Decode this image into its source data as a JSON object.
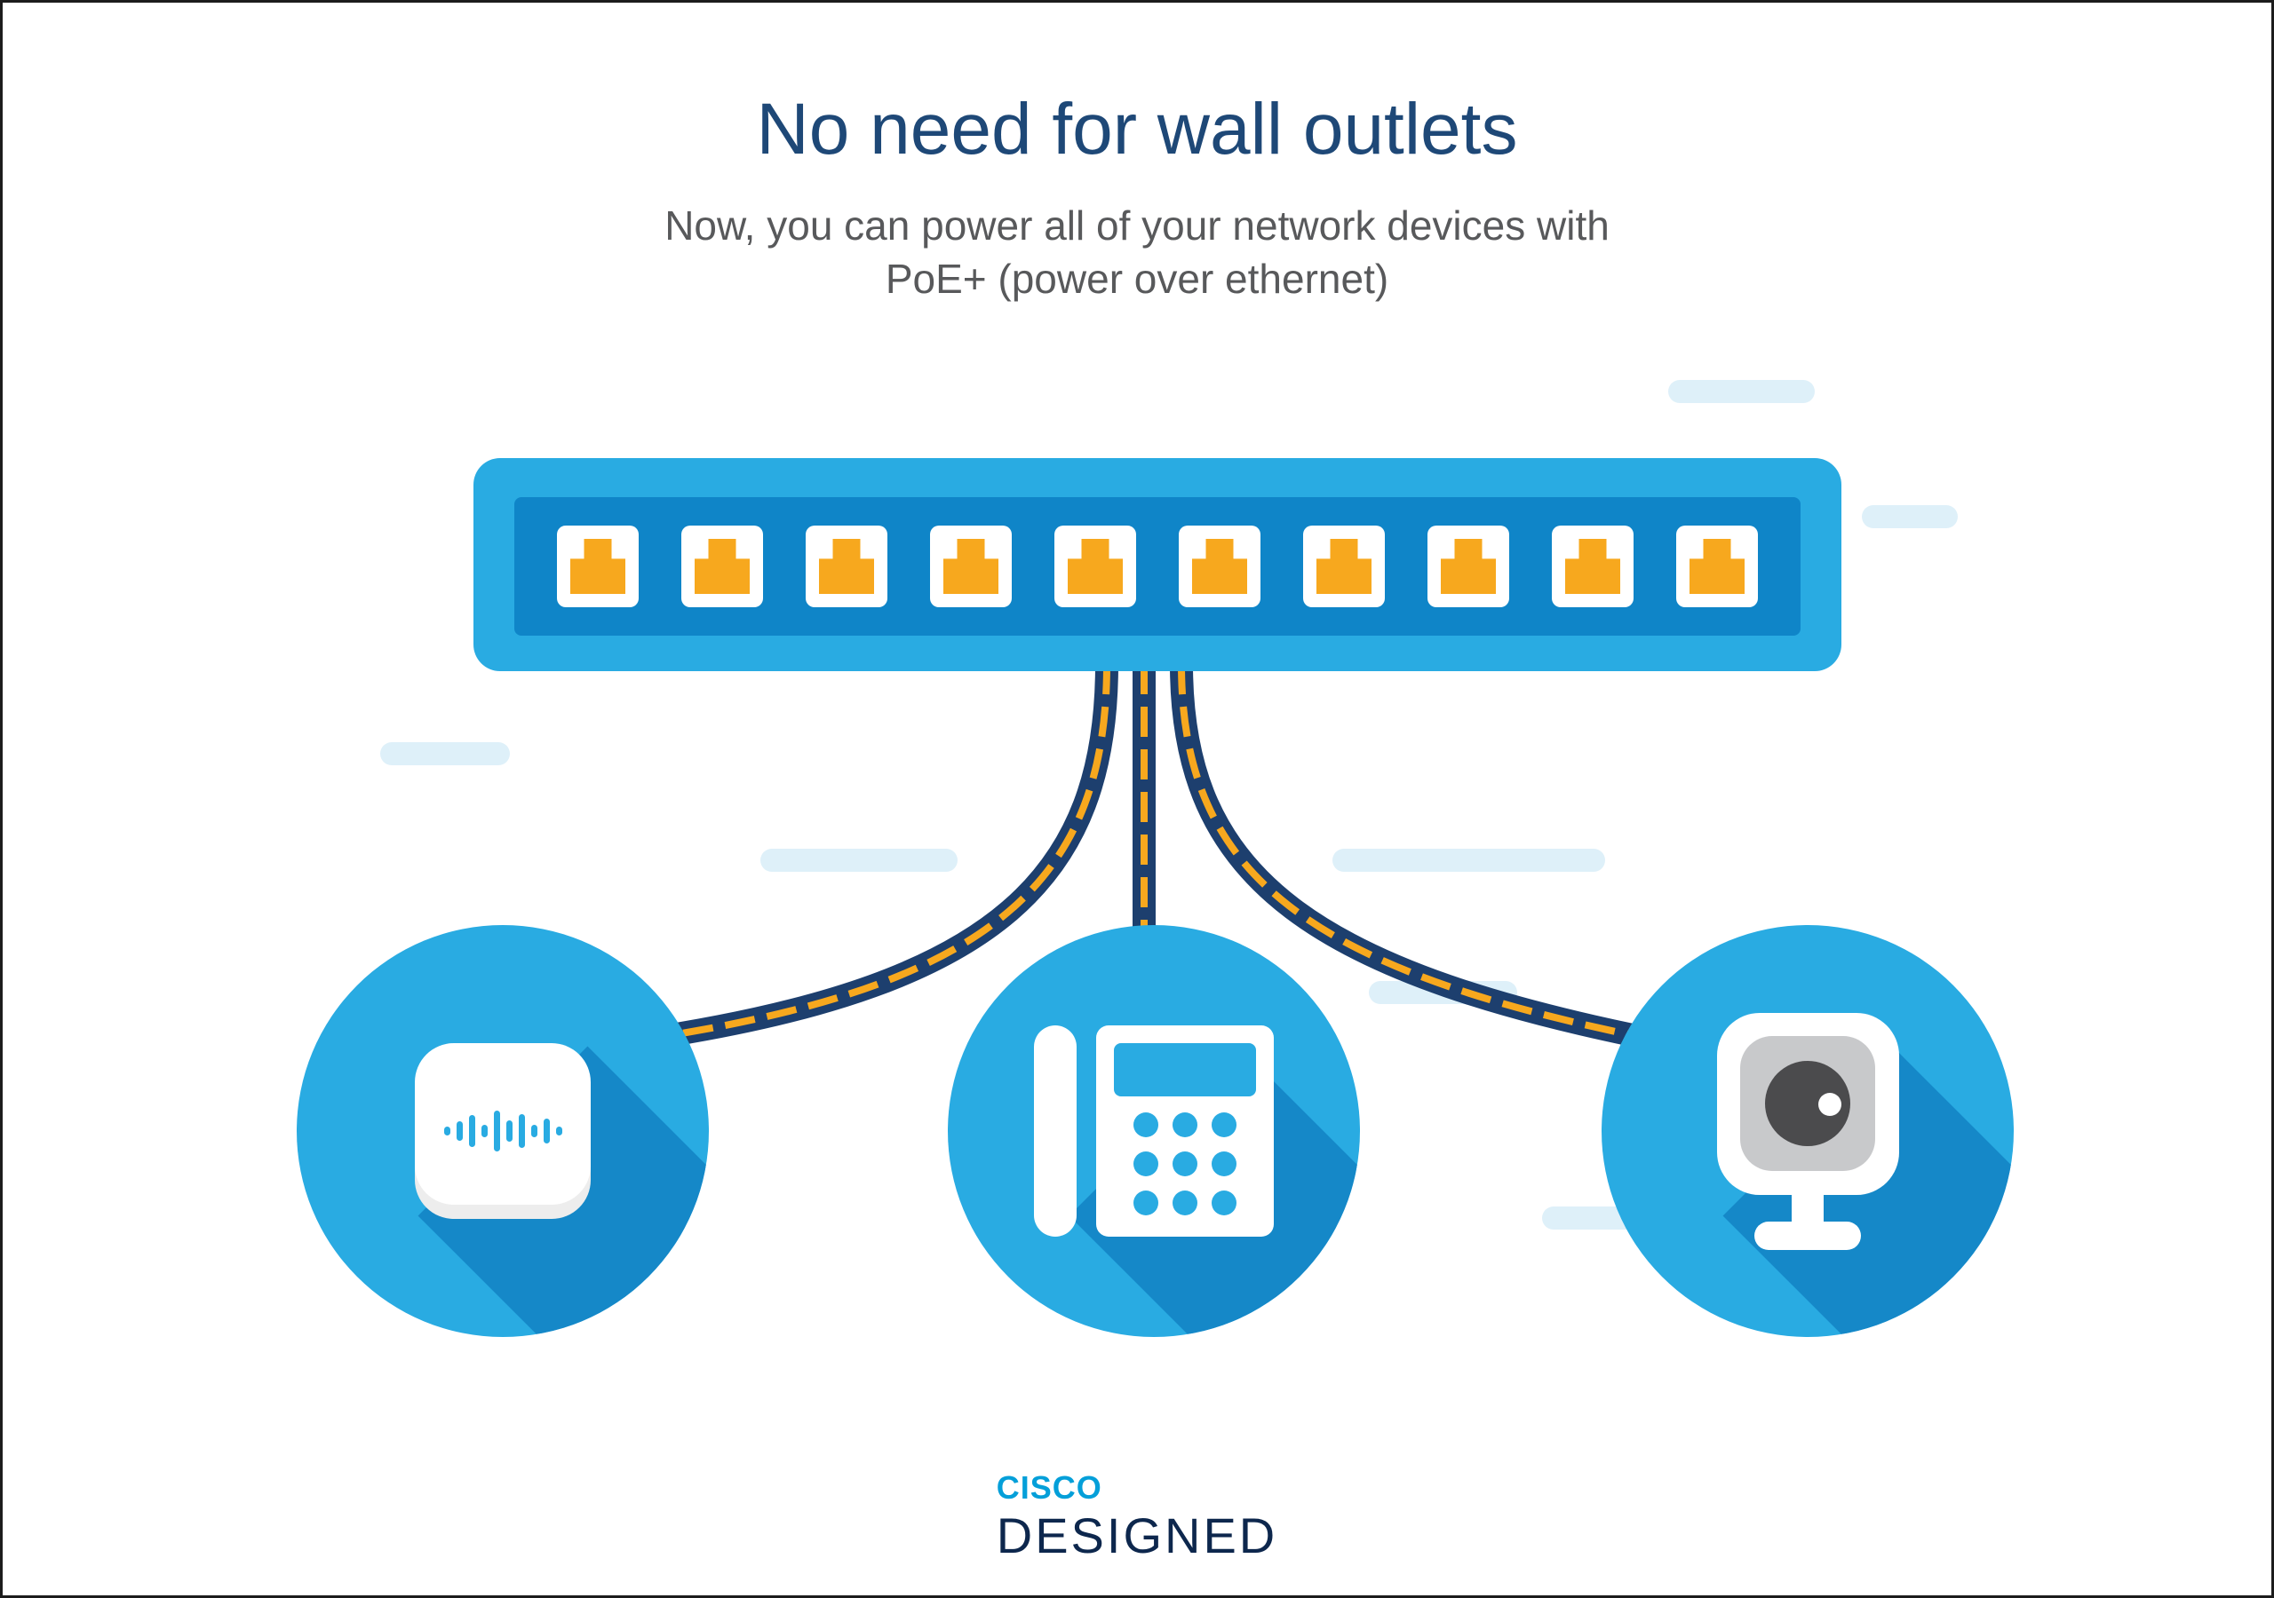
{
  "header": {
    "title": "No need for wall outlets",
    "subtitle_line1": "Now, you can power all of your network devices with",
    "subtitle_line2": "PoE+ (power over ethernet)"
  },
  "switch": {
    "name": "poe-switch",
    "port_count": 10
  },
  "devices": [
    {
      "id": "wireless-access-point",
      "icon": "access-point-icon",
      "wave_bars": [
        10,
        22,
        36,
        14,
        46,
        24,
        38,
        14,
        28,
        10
      ]
    },
    {
      "id": "ip-phone",
      "icon": "desk-phone-icon",
      "keypad_rows": 3,
      "keypad_cols": 3
    },
    {
      "id": "ip-camera",
      "icon": "webcam-icon"
    }
  ],
  "branding": {
    "cisco": "CISCO",
    "designed": "DESIGNED"
  },
  "colors": {
    "title_navy": "#1e4877",
    "subtitle_gray": "#58595b",
    "switch_blue": "#29abe2",
    "switch_inner_blue": "#0f85c8",
    "port_orange": "#f7a81e",
    "cable_navy": "#1d3f6e",
    "cable_stripe_yellow": "#f7a81e",
    "device_circle_blue": "#29abe2",
    "long_shadow_blue": "#1588c8",
    "decor_pill_blue": "#def0f9",
    "webcam_gray": "#c8c9cb",
    "lens_dark": "#4b4b4d",
    "cisco_blue": "#049fd9",
    "designed_navy": "#0d274d"
  }
}
